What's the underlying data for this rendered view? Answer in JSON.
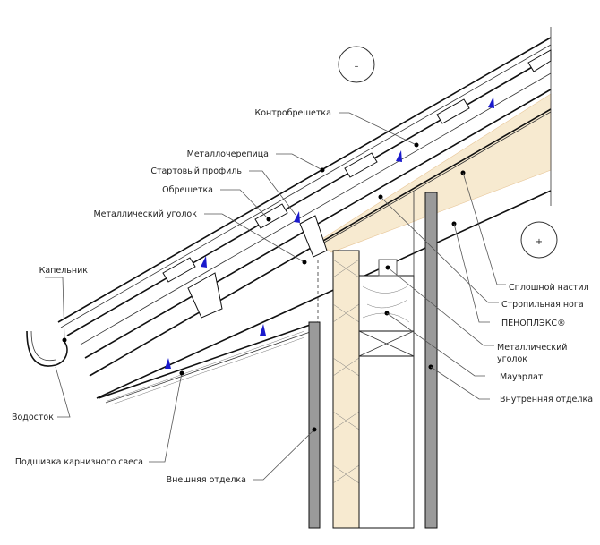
{
  "zones": {
    "cold_sign": "–",
    "warm_sign": "+"
  },
  "labels_left": {
    "counter_batten": "Контробрешетка",
    "metal_tile": "Металлочерепица",
    "starter_profile": "Стартовый профиль",
    "batten": "Обрешетка",
    "metal_angle": "Металлический уголок",
    "drip_edge": "Капельник",
    "gutter": "Водосток",
    "soffit": "Подшивка карнизного свеса",
    "exterior_finish": "Внешняя отделка"
  },
  "labels_right": {
    "solid_deck": "Сплошной настил",
    "rafter": "Стропильная нога",
    "insulation": "ПЕНОПЛЭКС®",
    "metal_angle_line1": "Металлический",
    "metal_angle_line2": "уголок",
    "wall_plate": "Мауэрлат",
    "interior_finish": "Внутренняя отделка"
  },
  "colors": {
    "insulation": "#f7ead0",
    "finish": "#9a9a9a",
    "airflow": "#1a1acc"
  }
}
